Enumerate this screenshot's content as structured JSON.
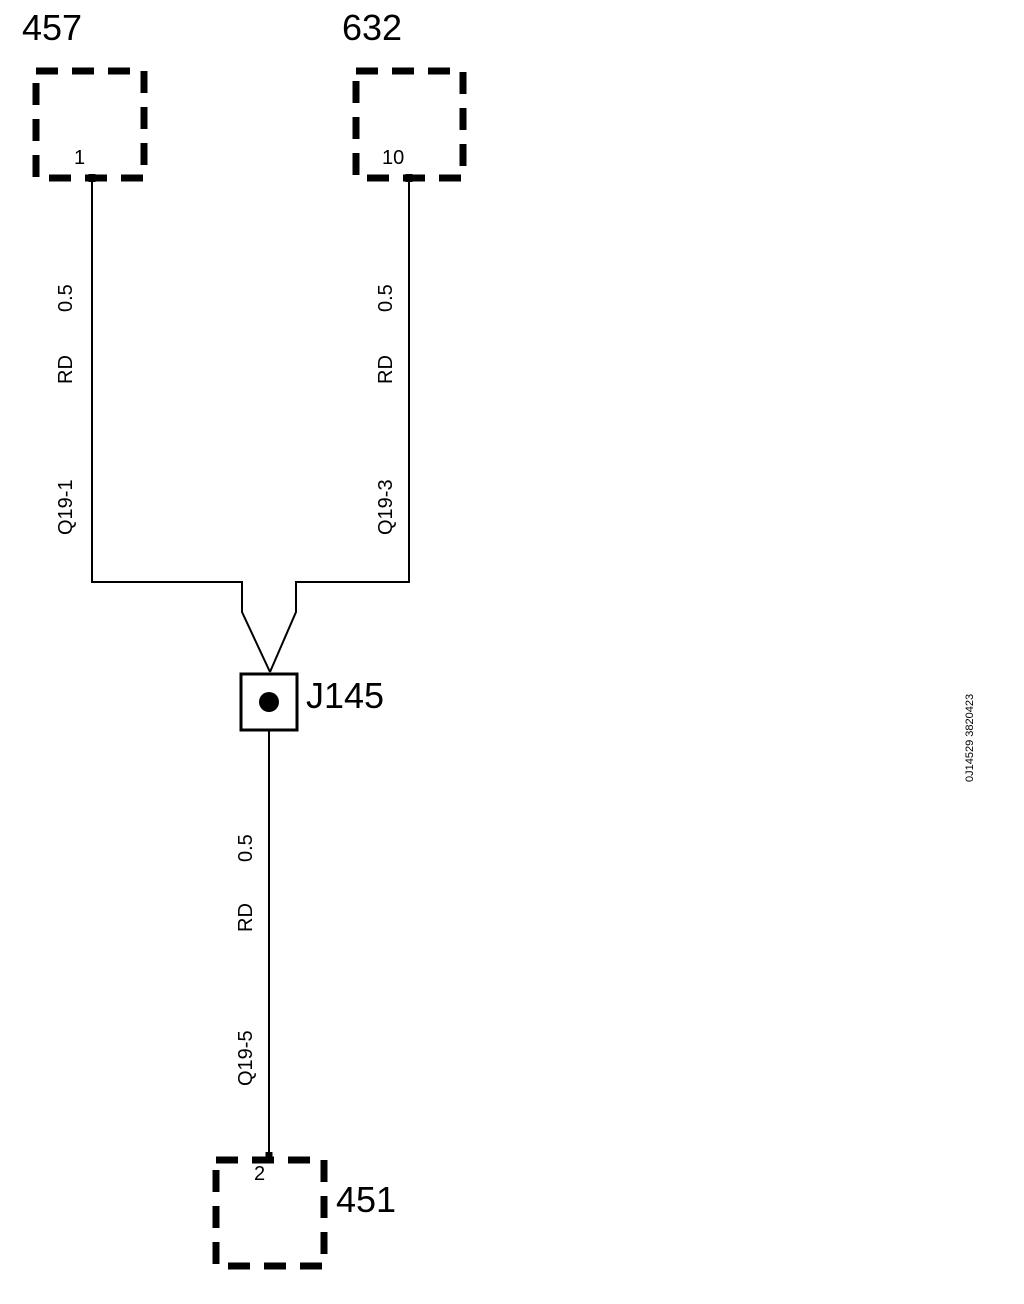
{
  "connectors": {
    "c457": {
      "name": "457",
      "pin": "1"
    },
    "c632": {
      "name": "632",
      "pin": "10"
    },
    "c451": {
      "name": "451",
      "pin": "2"
    }
  },
  "junction": {
    "name": "J145"
  },
  "wires": {
    "w1": {
      "size": "0.5",
      "color_code": "RD",
      "id": "Q19-1"
    },
    "w2": {
      "size": "0.5",
      "color_code": "RD",
      "id": "Q19-3"
    },
    "w3": {
      "size": "0.5",
      "color_code": "RD",
      "id": "Q19-5"
    }
  },
  "document_id": "0J14529 3820423"
}
